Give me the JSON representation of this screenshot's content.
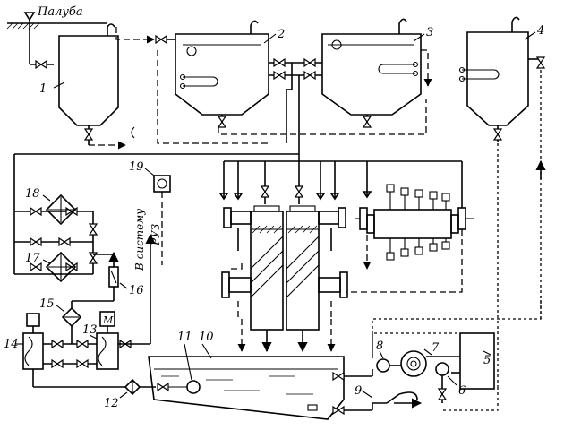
{
  "labels": {
    "deck": "Палуба",
    "to_system": "В систему",
    "ruz": "РУЗ",
    "motor": "М"
  },
  "numbers": {
    "n1": "1",
    "n2": "2",
    "n3": "3",
    "n4": "4",
    "n5": "5",
    "n6": "6",
    "n7": "7",
    "n8": "8",
    "n9": "9",
    "n10": "10",
    "n11": "11",
    "n12": "12",
    "n13": "13",
    "n14": "14",
    "n15": "15",
    "n16": "16",
    "n17": "17",
    "n18": "18",
    "n19": "19"
  }
}
